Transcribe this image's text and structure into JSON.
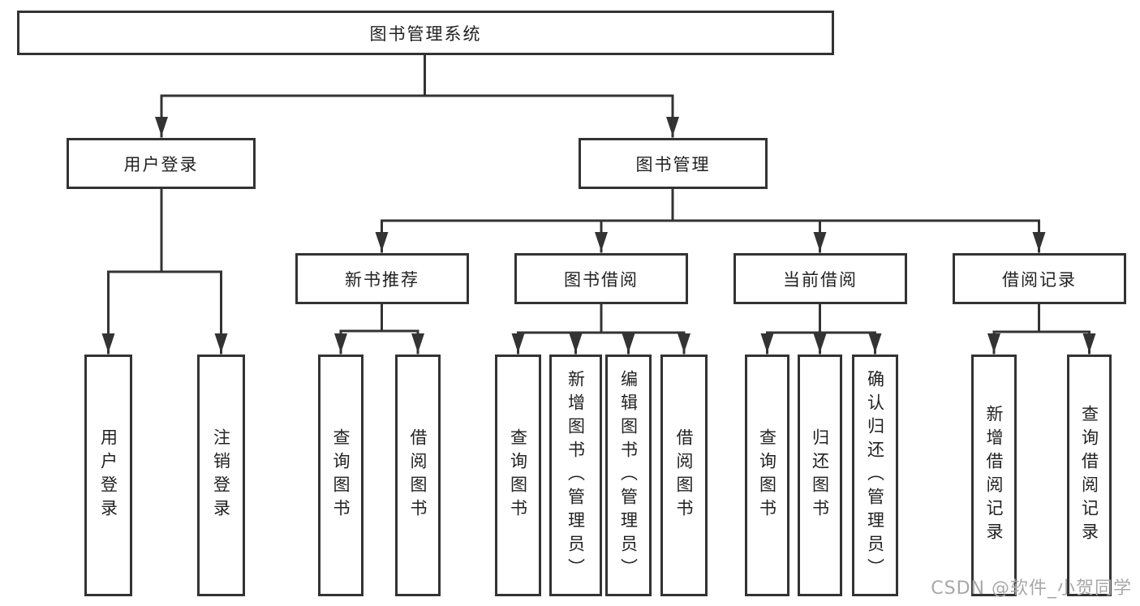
{
  "diagram": {
    "type": "tree",
    "root": {
      "label": "图书管理系统"
    },
    "branches": [
      {
        "label": "用户登录",
        "children": [
          {
            "label": "用户登录"
          },
          {
            "label": "注销登录"
          }
        ]
      },
      {
        "label": "图书管理",
        "children": [
          {
            "label": "新书推荐",
            "children": [
              {
                "label": "查询图书"
              },
              {
                "label": "借阅图书"
              }
            ]
          },
          {
            "label": "图书借阅",
            "children": [
              {
                "label": "查询图书"
              },
              {
                "label": "新增图书（管理员）"
              },
              {
                "label": "编辑图书（管理员）"
              },
              {
                "label": "借阅图书"
              }
            ]
          },
          {
            "label": "当前借阅",
            "children": [
              {
                "label": "查询图书"
              },
              {
                "label": "归还图书"
              },
              {
                "label": "确认归还（管理员）"
              }
            ]
          },
          {
            "label": "借阅记录",
            "children": [
              {
                "label": "新增借阅记录"
              },
              {
                "label": "查询借阅记录"
              }
            ]
          }
        ]
      }
    ]
  },
  "watermark": {
    "text": "CSDN @软件_小贺同学"
  },
  "colors": {
    "line": "#333333",
    "box_border": "#333333",
    "text": "#222222",
    "watermark": "#a8a8a8",
    "background": "#ffffff"
  }
}
